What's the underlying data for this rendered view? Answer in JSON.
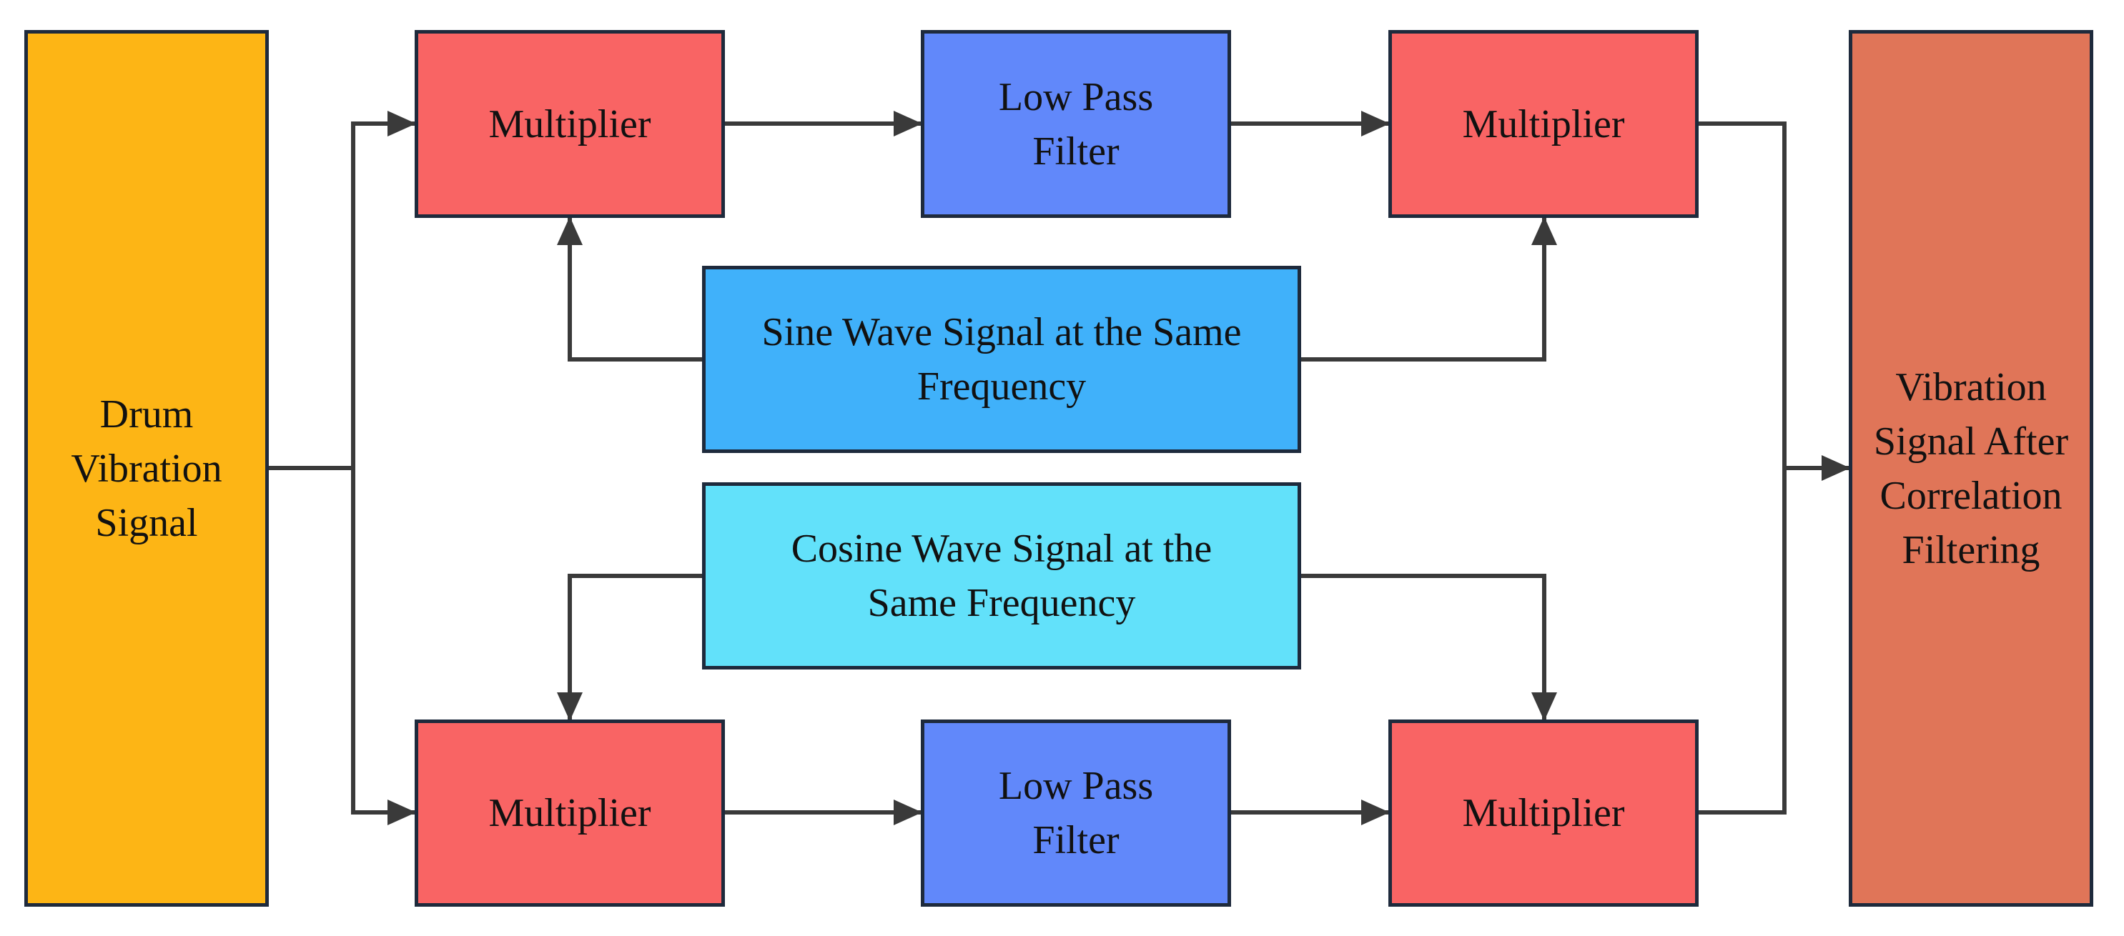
{
  "colors": {
    "input": "#FDB515",
    "multiplier": "#F96464",
    "filter": "#6188FA",
    "sine": "#40B1FA",
    "cosine": "#62E1FA",
    "output": "#E07558",
    "wire": "#3a3a3a"
  },
  "nodes": {
    "input": "Drum\nVibration\nSignal",
    "mult_top_1": "Multiplier",
    "lpf_top": "Low Pass\nFilter",
    "mult_top_2": "Multiplier",
    "sine": "Sine Wave Signal at the Same\nFrequency",
    "cosine": "Cosine Wave Signal at the\nSame Frequency",
    "mult_bot_1": "Multiplier",
    "lpf_bot": "Low Pass\nFilter",
    "mult_bot_2": "Multiplier",
    "output": "Vibration\nSignal After\nCorrelation\nFiltering"
  }
}
